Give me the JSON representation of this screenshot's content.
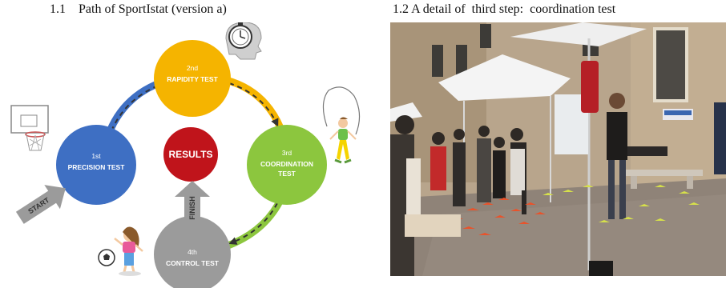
{
  "captions": {
    "left": "1.1    Path of SportIstat (version a)",
    "right": "1.2 A detail of  third step:  coordination test"
  },
  "diagram": {
    "nodes": [
      {
        "id": "rapidity",
        "number": "2nd",
        "name": "RAPIDITY TEST",
        "color": "#f5b400",
        "text_color": "#ffffff"
      },
      {
        "id": "coordination",
        "number": "3rd",
        "name_lines": [
          "COORDINATION",
          "TEST"
        ],
        "color": "#8cc63e",
        "text_color": "#ffffff"
      },
      {
        "id": "control",
        "number": "4th",
        "name": "CONTROL TEST",
        "color": "#9b9b9b",
        "text_color": "#ffffff"
      },
      {
        "id": "precision",
        "number": "1st",
        "name": "PRECISION TEST",
        "color": "#3e6fc3",
        "text_color": "#ffffff"
      }
    ],
    "results": {
      "label": "RESULTS",
      "color": "#c0141b"
    },
    "start_label": "START",
    "finish_label": "FINISH",
    "arc_colors": {
      "blue": "#3e6fc3",
      "yellow": "#f5b400",
      "green": "#8cc63e"
    },
    "icons": [
      "stopwatch-head-icon",
      "basketball-hoop-icon",
      "skipping-rope-girl-icon",
      "football-girl-icon"
    ]
  },
  "photo": {
    "icons": [
      "tent-icon",
      "people-icon",
      "cones-icon"
    ]
  }
}
